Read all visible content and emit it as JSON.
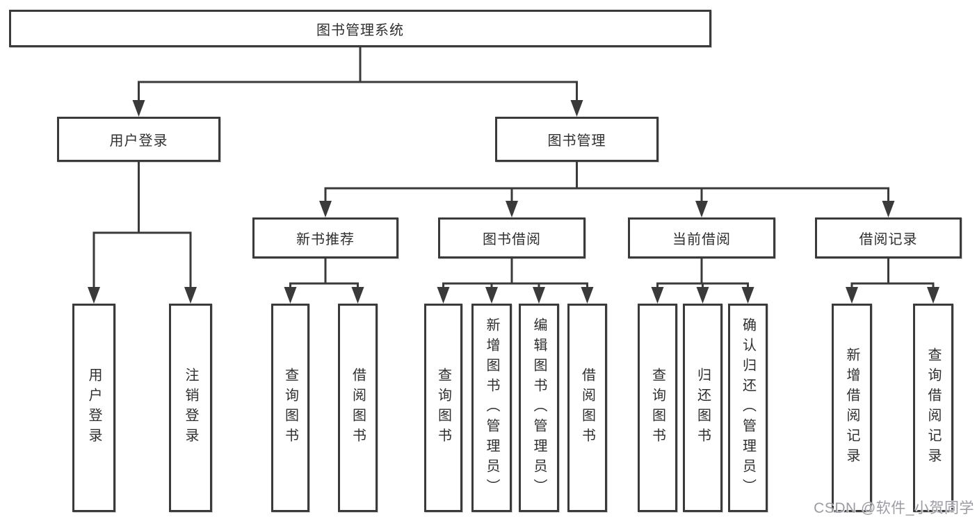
{
  "diagram": {
    "root": {
      "label": "图书管理系统"
    },
    "branches": [
      {
        "label": "用户登录",
        "children": [
          {
            "label": "用户登录"
          },
          {
            "label": "注销登录"
          }
        ]
      },
      {
        "label": "图书管理",
        "children": [
          {
            "label": "新书推荐",
            "children": [
              {
                "label": "查询图书"
              },
              {
                "label": "借阅图书"
              }
            ]
          },
          {
            "label": "图书借阅",
            "children": [
              {
                "label": "查询图书"
              },
              {
                "label": "新增图书（管理员）"
              },
              {
                "label": "编辑图书（管理员）"
              },
              {
                "label": "借阅图书"
              }
            ]
          },
          {
            "label": "当前借阅",
            "children": [
              {
                "label": "查询图书"
              },
              {
                "label": "归还图书"
              },
              {
                "label": "确认归还（管理员）"
              }
            ]
          },
          {
            "label": "借阅记录",
            "children": [
              {
                "label": "新增借阅记录"
              },
              {
                "label": "查询借阅记录"
              }
            ]
          }
        ]
      }
    ]
  },
  "watermark": {
    "text": "CSDN @软件_小贺同学"
  },
  "colors": {
    "line": "#3a3a3a",
    "box_background": "#ffffff",
    "text": "#2f2f2f",
    "watermark": "#9b9ba3",
    "page_background": "#ffffff"
  }
}
